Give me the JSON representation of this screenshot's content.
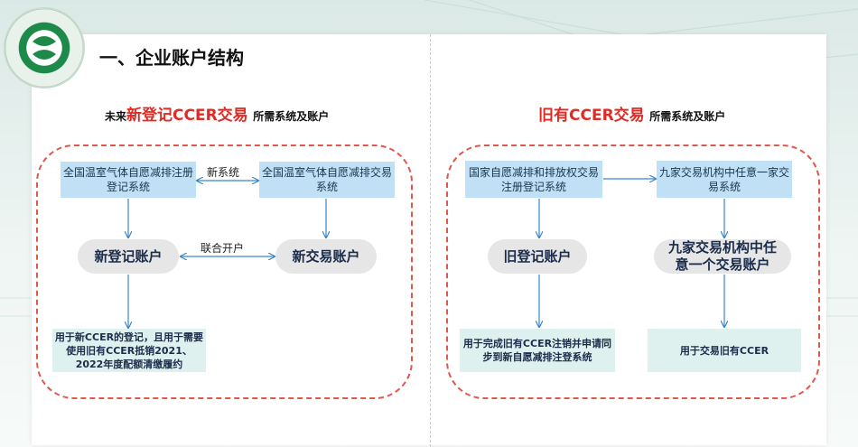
{
  "title": "一、企业账户结构",
  "left": {
    "subtitle_prefix": "未来",
    "subtitle_highlight": "新登记CCER交易",
    "subtitle_suffix": "所需系统及账户",
    "system_a": "全国温室气体自愿减排注册登记系统",
    "system_b": "全国温室气体自愿减排交易系统",
    "edge_systems": "新系统",
    "account_a": "新登记账户",
    "account_b": "新交易账户",
    "edge_accounts": "联合开户",
    "note": "用于新CCER的登记，且用于需要使用旧有CCER抵销2021、2022年度配额清缴履约"
  },
  "right": {
    "subtitle_highlight": "旧有CCER交易",
    "subtitle_suffix": "所需系统及账户",
    "system_a": "国家自愿减排和排放权交易注册登记系统",
    "system_b": "九家交易机构中任意一家交易系统",
    "account_a": "旧登记账户",
    "account_b": "九家交易机构中任意一个交易账户",
    "note_a": "用于完成旧有CCER注销并申请同步到新自愿减排注登系统",
    "note_b": "用于交易旧有CCER"
  },
  "colors": {
    "accent_red": "#e02a24",
    "panel_border": "#e2574c",
    "system_fill": "#bfe0f5",
    "note_fill": "#dff1ef",
    "arrow": "#3a86c8"
  }
}
